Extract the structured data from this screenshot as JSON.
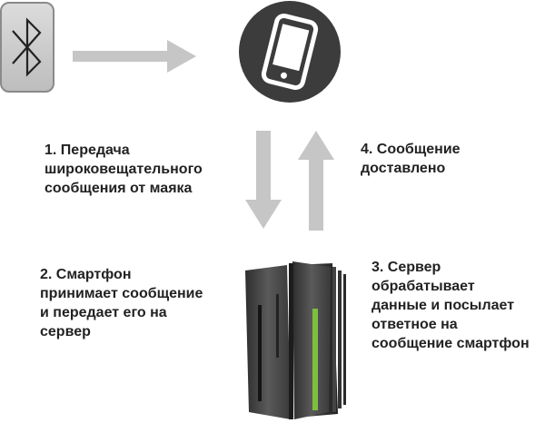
{
  "steps": {
    "step1": {
      "lines": [
        "1. Передача",
        "широковещательного",
        "сообщения от маяка"
      ]
    },
    "step2": {
      "lines": [
        "2. Смартфон",
        "принимает сообщение",
        "и передает его на",
        "сервер"
      ]
    },
    "step3": {
      "lines": [
        "3. Сервер",
        "обрабатывает",
        "данные и посылает",
        "ответное на",
        "сообщение смартфон"
      ]
    },
    "step4": {
      "lines": [
        "4. Сообщение",
        "доставлено"
      ]
    }
  },
  "icons": {
    "beacon": "bluetooth-icon",
    "phone": "smartphone-icon",
    "server": "server-rack-icon"
  },
  "colors": {
    "arrow": "#c6c6c6",
    "phone_circle": "#3c3c3c",
    "beacon_bg": "#cfcfcf",
    "server_body": "#4a4a4a",
    "server_slot_accent": "#7fbf3f"
  }
}
